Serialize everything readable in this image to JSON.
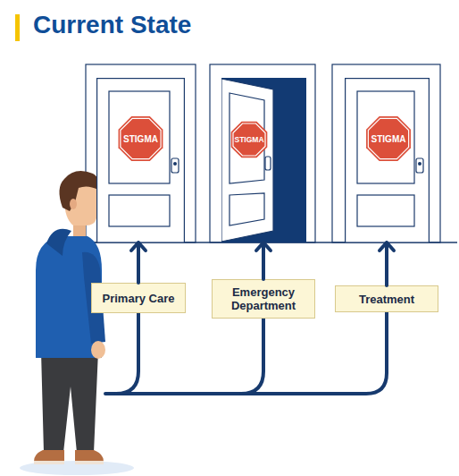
{
  "diagram": {
    "title": "Current State",
    "nodes": [
      {
        "text": [
          "STIGMA"
        ]
      },
      {
        "text": [
          "STIGMA"
        ]
      },
      {
        "text": [
          "STIGMA"
        ]
      },
      {
        "text": [
          "Primary Care"
        ]
      },
      {
        "text": [
          "Emergency Department"
        ]
      },
      {
        "text": [
          "Treatment"
        ]
      }
    ],
    "edges": [
      {
        "from": 3,
        "to": 0,
        "arrow": "to"
      },
      {
        "from": 4,
        "to": 1,
        "arrow": "to"
      },
      {
        "from": 5,
        "to": 2,
        "arrow": "to"
      }
    ]
  }
}
